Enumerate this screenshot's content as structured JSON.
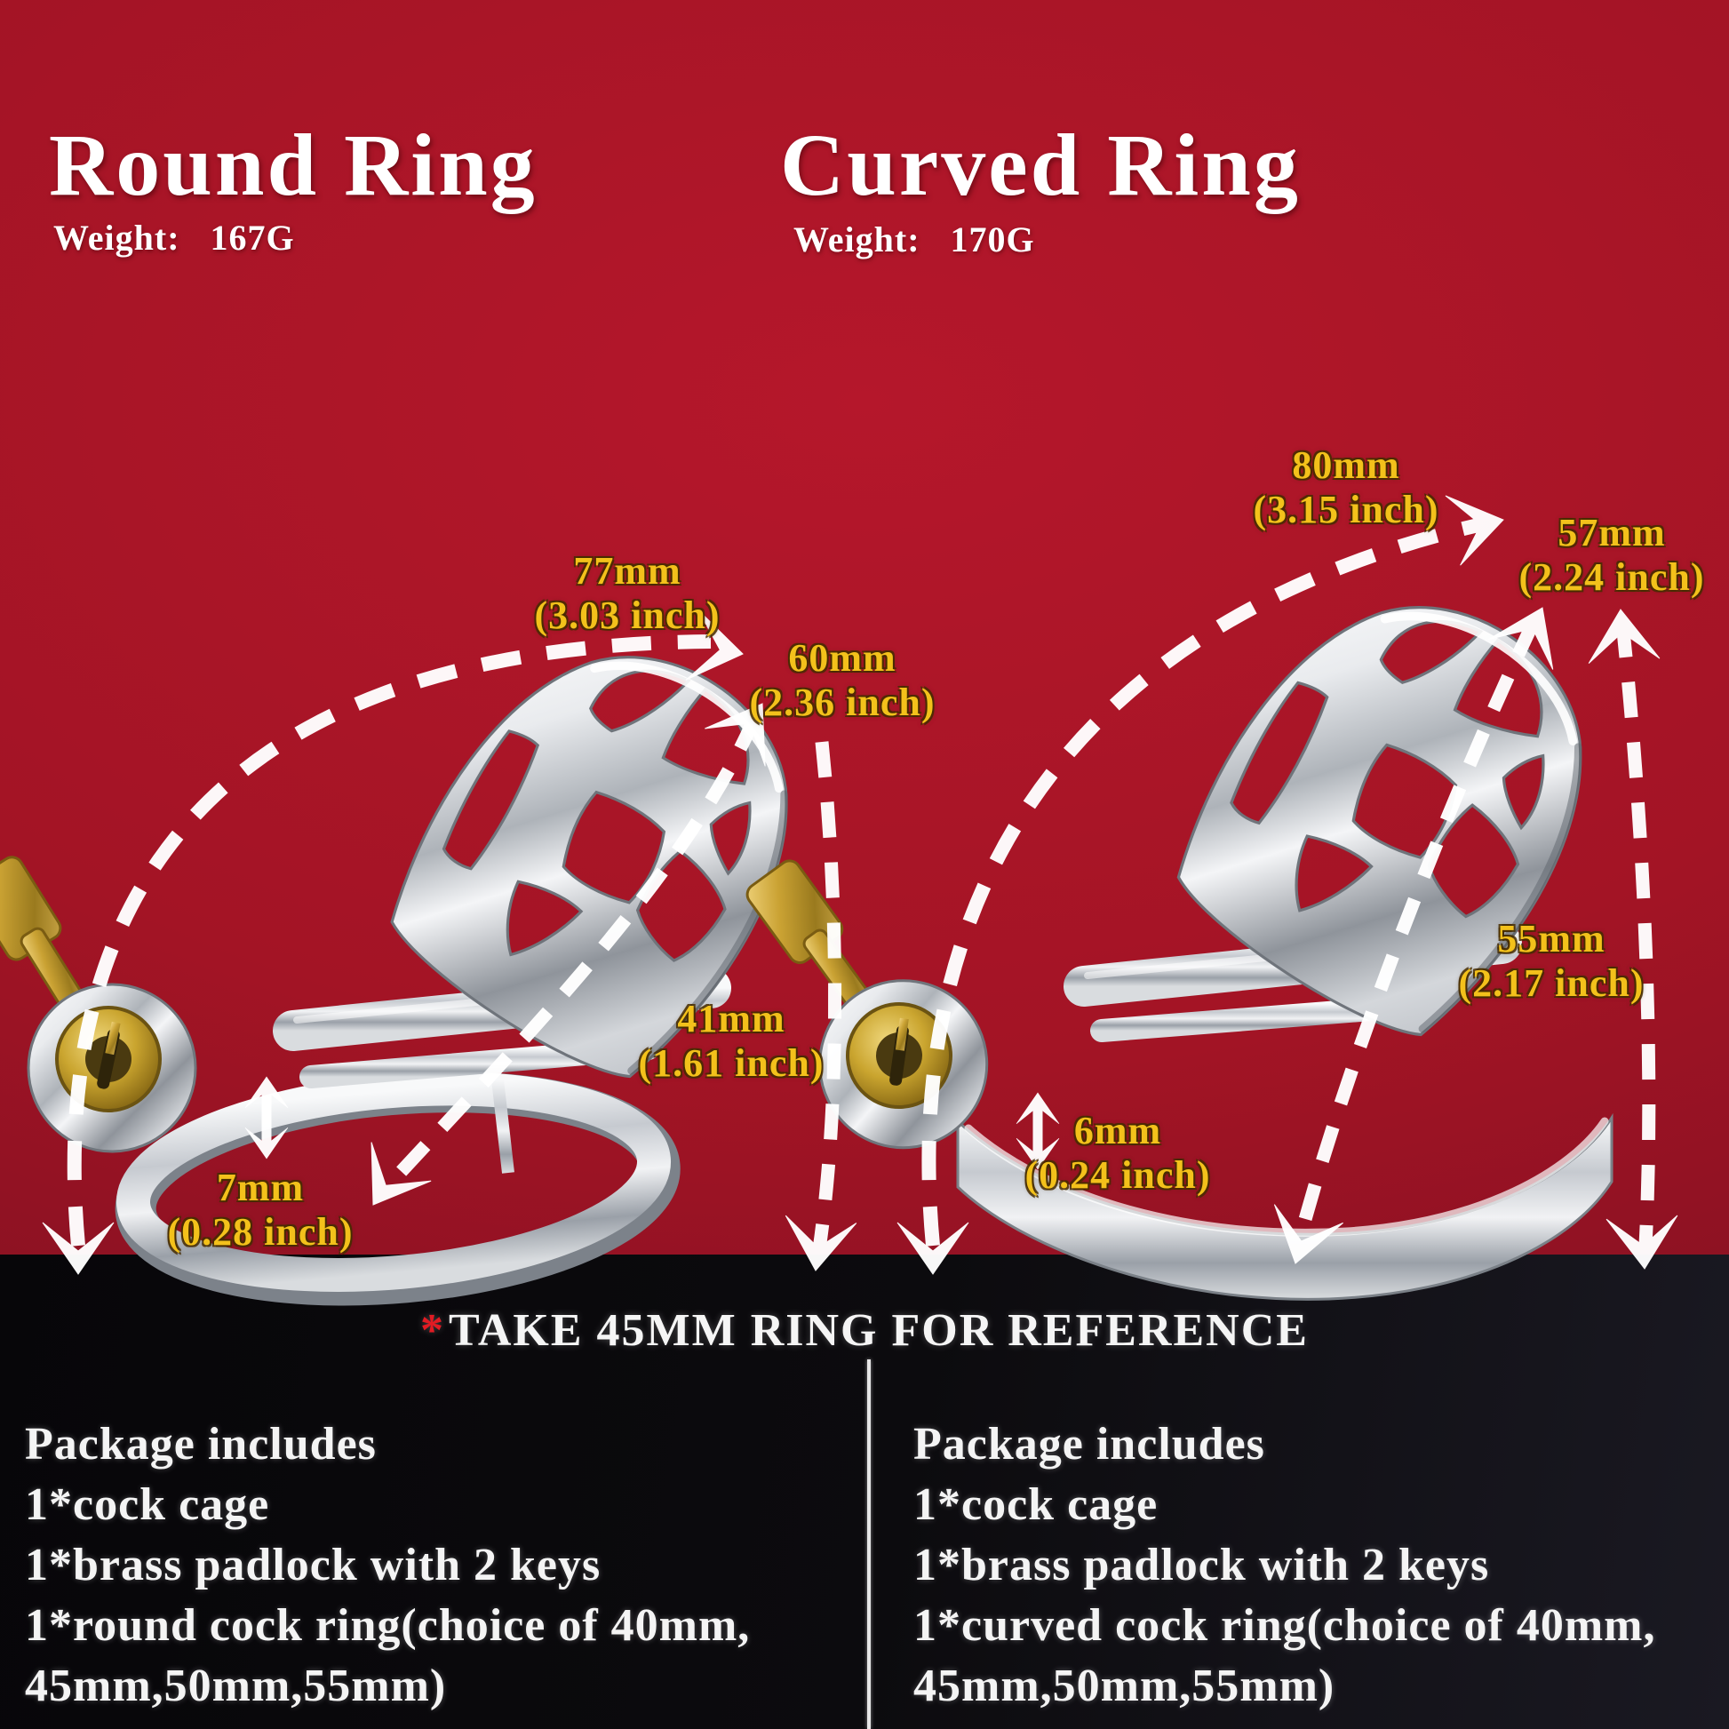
{
  "colors": {
    "background_red": "#a31425",
    "background_black": "#0c0b0e",
    "accent_yellow": "#f3c11b",
    "text_white": "#ffffff",
    "asterisk_red": "#e11b23",
    "metal_chrome": "#d9dbde",
    "brass": "#c79b32"
  },
  "products": [
    {
      "title": "Round Ring",
      "weight_label": "Weight:",
      "weight_value": "167G",
      "measurements": [
        {
          "mm": "77mm",
          "inch": "(3.03 inch)"
        },
        {
          "mm": "60mm",
          "inch": "(2.36 inch)"
        },
        {
          "mm": "41mm",
          "inch": "(1.61 inch)"
        },
        {
          "mm": "7mm",
          "inch": "(0.28 inch)"
        }
      ],
      "package": {
        "heading": "Package includes",
        "lines": [
          "1*cock cage",
          "1*brass padlock with 2 keys",
          "1*round cock ring(choice of 40mm,",
          "45mm,50mm,55mm)"
        ]
      }
    },
    {
      "title": "Curved Ring",
      "weight_label": "Weight:",
      "weight_value": "170G",
      "measurements": [
        {
          "mm": "80mm",
          "inch": "(3.15 inch)"
        },
        {
          "mm": "57mm",
          "inch": "(2.24 inch)"
        },
        {
          "mm": "55mm",
          "inch": "(2.17 inch)"
        },
        {
          "mm": "6mm",
          "inch": "(0.24 inch)"
        }
      ],
      "package": {
        "heading": "Package includes",
        "lines": [
          "1*cock cage",
          "1*brass padlock with 2 keys",
          "1*curved cock ring(choice of 40mm,",
          "45mm,50mm,55mm)"
        ]
      }
    }
  ],
  "reference_note": {
    "asterisk": "*",
    "text": "TAKE 45MM RING FOR REFERENCE"
  }
}
